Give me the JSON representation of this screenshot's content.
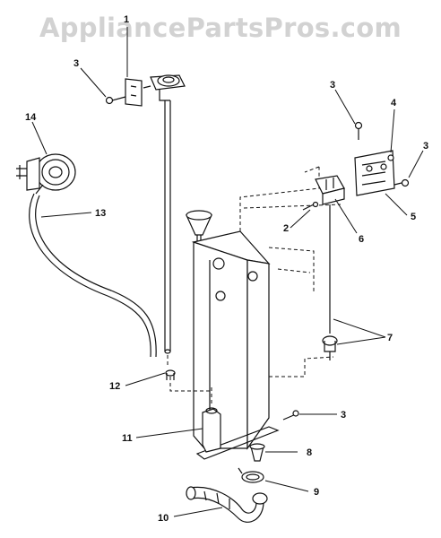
{
  "watermark": "AppliancePartsPros.com",
  "callouts": [
    "1",
    "2",
    "3",
    "3",
    "3",
    "3",
    "4",
    "5",
    "6",
    "7",
    "8",
    "9",
    "10",
    "11",
    "12",
    "13",
    "14"
  ],
  "colors": {
    "ink": "#111111",
    "watermark": "#d2d2d2",
    "background": "#ffffff"
  }
}
